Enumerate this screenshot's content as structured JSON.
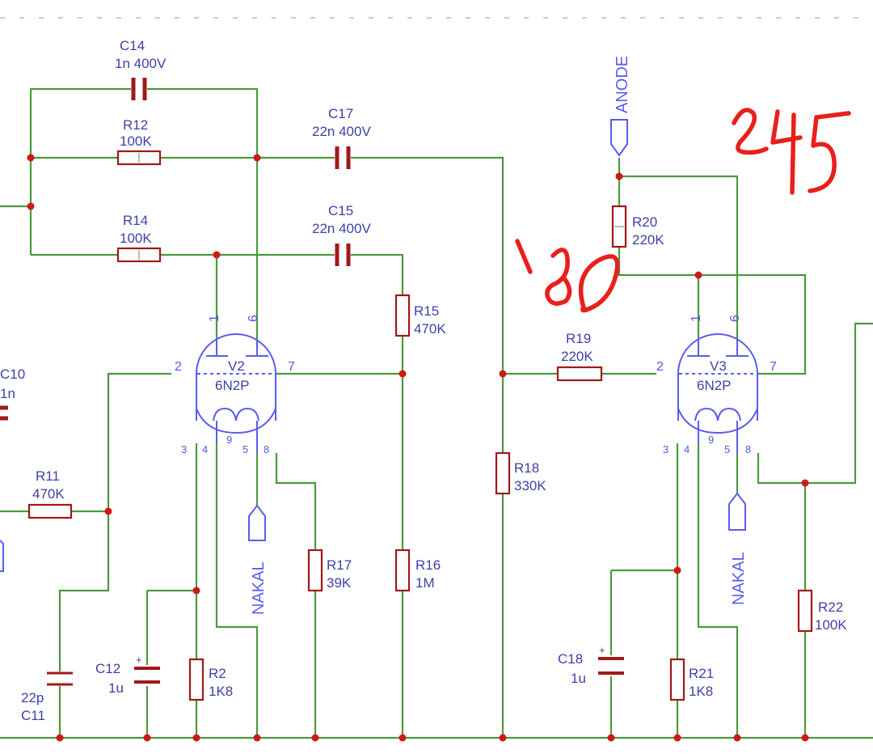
{
  "components": {
    "c14": {
      "ref": "C14",
      "value": "1n 400V"
    },
    "r12": {
      "ref": "R12",
      "value": "100K"
    },
    "c17": {
      "ref": "C17",
      "value": "22n 400V"
    },
    "r14": {
      "ref": "R14",
      "value": "100K"
    },
    "c15": {
      "ref": "C15",
      "value": "22n 400V"
    },
    "r15": {
      "ref": "R15",
      "value": "470K"
    },
    "c10": {
      "ref": "C10",
      "value": "1n"
    },
    "r11": {
      "ref": "R11",
      "value": "470K"
    },
    "r17": {
      "ref": "R17",
      "value": "39K"
    },
    "r16": {
      "ref": "R16",
      "value": "1M"
    },
    "r18": {
      "ref": "R18",
      "value": "330K"
    },
    "r19": {
      "ref": "R19",
      "value": "220K"
    },
    "r20": {
      "ref": "R20",
      "value": "220K"
    },
    "r22": {
      "ref": "R22",
      "value": "100K"
    },
    "c11": {
      "ref": "C11",
      "value": "22p"
    },
    "c12": {
      "ref": "C12",
      "value": "1u"
    },
    "r2": {
      "ref": "R2",
      "value": "1K8"
    },
    "c18": {
      "ref": "C18",
      "value": "1u"
    },
    "r21": {
      "ref": "R21",
      "value": "1K8"
    }
  },
  "tubes": {
    "v2": {
      "ref": "V2",
      "type": "6N2P",
      "pins": {
        "p1": "1",
        "p6": "6",
        "p2": "2",
        "p7": "7",
        "p3": "3",
        "p4": "4",
        "p5": "5",
        "p8": "8",
        "p9": "9"
      }
    },
    "v3": {
      "ref": "V3",
      "type": "6N2P",
      "pins": {
        "p1": "1",
        "p6": "6",
        "p2": "2",
        "p7": "7",
        "p3": "3",
        "p4": "4",
        "p5": "5",
        "p8": "8",
        "p9": "9"
      }
    }
  },
  "ports": {
    "anode": "ANODE",
    "nakal_1": "NAKAL",
    "nakal_2": "NAKAL"
  },
  "colors": {
    "wire": "#4a9a3e",
    "component": "#a01818",
    "label": "#3d41a6",
    "tube": "#5a5cf0",
    "junction": "#d01818",
    "annotation": "#e8201c"
  }
}
